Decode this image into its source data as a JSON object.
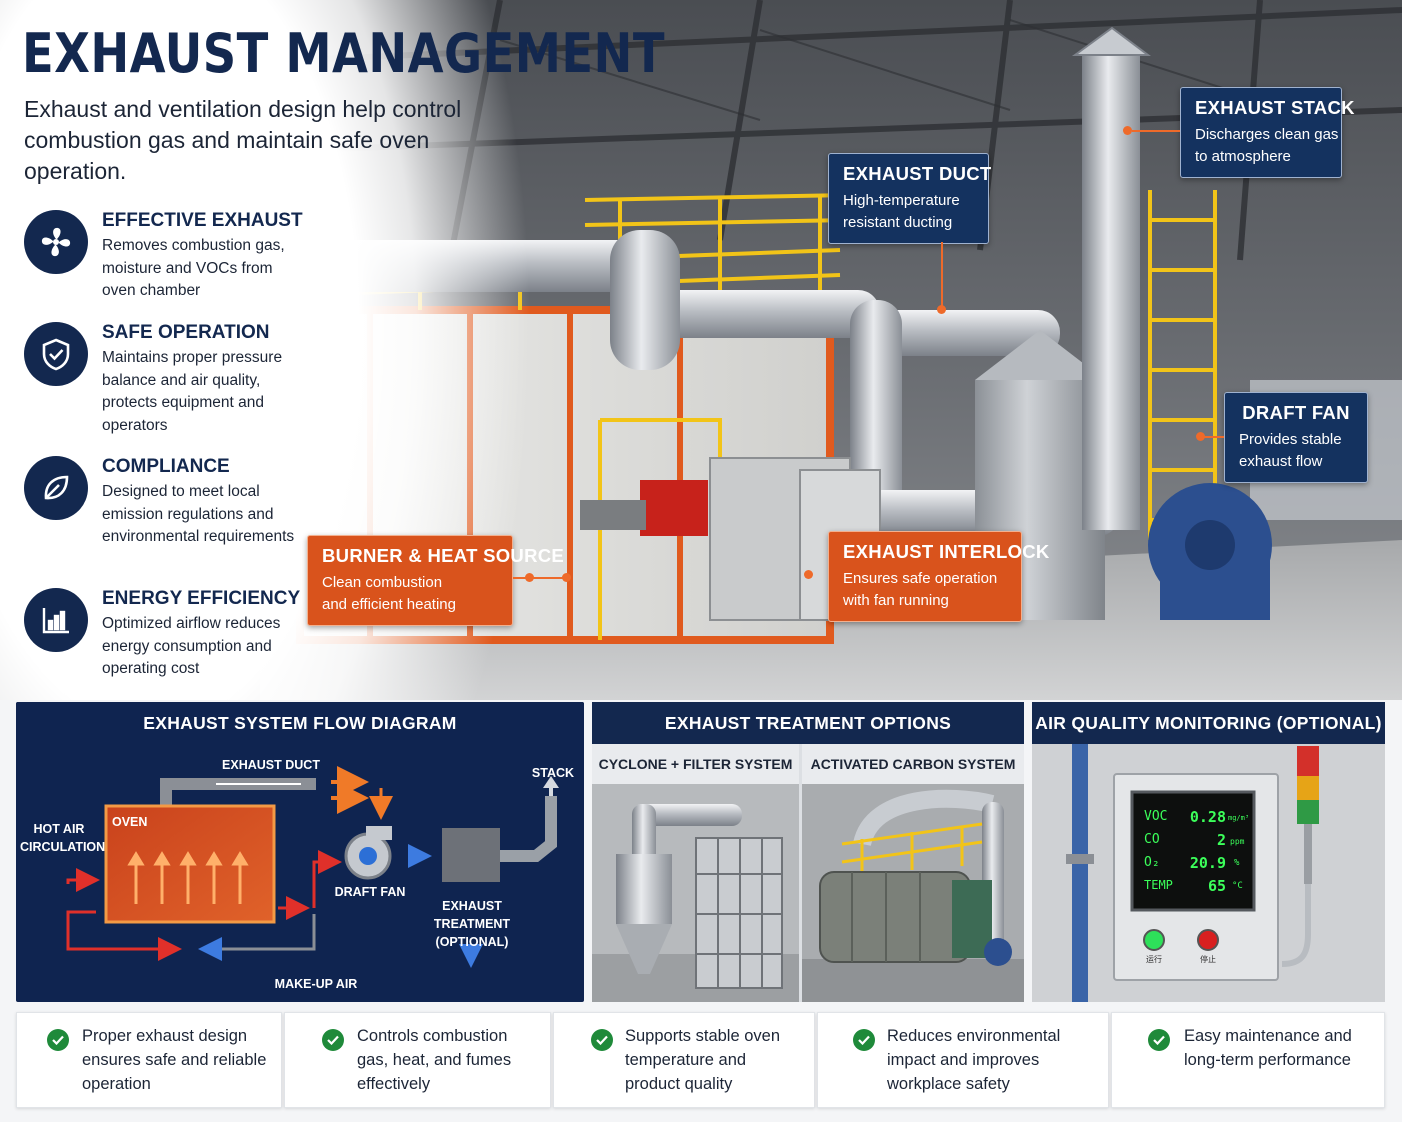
{
  "header": {
    "title": "EXHAUST MANAGEMENT",
    "subtitle": "Exhaust and ventilation design help control combustion gas and maintain safe oven operation."
  },
  "features": [
    {
      "title": "EFFECTIVE EXHAUST",
      "desc": "Removes combustion gas, moisture and VOCs from oven chamber",
      "icon": "fan-icon"
    },
    {
      "title": "SAFE OPERATION",
      "desc": "Maintains proper pressure balance and air quality, protects equipment and operators",
      "icon": "shield-check-icon"
    },
    {
      "title": "COMPLIANCE",
      "desc": "Designed to meet local emission regulations and environmental requirements",
      "icon": "leaf-icon"
    },
    {
      "title": "ENERGY EFFICIENCY",
      "desc": "Optimized airflow reduces energy consumption and operating cost",
      "icon": "bar-chart-icon"
    }
  ],
  "callouts": {
    "stack": {
      "title": "EXHAUST STACK",
      "desc1": "Discharges clean gas",
      "desc2": "to atmosphere"
    },
    "duct": {
      "title": "EXHAUST DUCT",
      "desc1": "High-temperature",
      "desc2": "resistant ducting"
    },
    "fan": {
      "title": "DRAFT FAN",
      "desc1": "Provides stable",
      "desc2": "exhaust flow"
    },
    "burner": {
      "title": "BURNER & HEAT SOURCE",
      "desc1": "Clean combustion",
      "desc2": "and efficient heating"
    },
    "interlock": {
      "title": "EXHAUST INTERLOCK",
      "desc1": "Ensures safe operation",
      "desc2": "with fan running"
    }
  },
  "flow_diagram": {
    "title": "EXHAUST SYSTEM FLOW DIAGRAM",
    "labels": {
      "duct": "EXHAUST DUCT",
      "stack": "STACK",
      "hot_air": "HOT AIR CIRCULATION",
      "oven": "OVEN",
      "fan": "DRAFT FAN",
      "treatment": "EXHAUST TREATMENT (OPTIONAL)",
      "makeup": "MAKE-UP AIR"
    }
  },
  "treatment": {
    "title": "EXHAUST TREATMENT OPTIONS",
    "options": [
      "CYCLONE + FILTER SYSTEM",
      "ACTIVATED CARBON SYSTEM"
    ]
  },
  "air_quality": {
    "title": "AIR QUALITY MONITORING (OPTIONAL)",
    "readings": [
      {
        "label": "VOC",
        "value": "0.28",
        "unit": "mg/m³"
      },
      {
        "label": "CO",
        "value": "2",
        "unit": "ppm"
      },
      {
        "label": "O₂",
        "value": "20.9",
        "unit": "%"
      },
      {
        "label": "TEMP",
        "value": "65",
        "unit": "°C"
      }
    ],
    "buttons": [
      "运行",
      "停止"
    ]
  },
  "benefits": [
    "Proper exhaust design ensures safe and reliable operation",
    "Controls combustion gas, heat, and fumes effectively",
    "Supports stable oven temperature and product quality",
    "Reduces environmental impact and improves workplace safety",
    "Easy maintenance and long-term performance"
  ],
  "colors": {
    "navy": "#13284f",
    "orange": "#d9531c",
    "check_green": "#1f8a3a",
    "display_green": "#3bff5a"
  }
}
